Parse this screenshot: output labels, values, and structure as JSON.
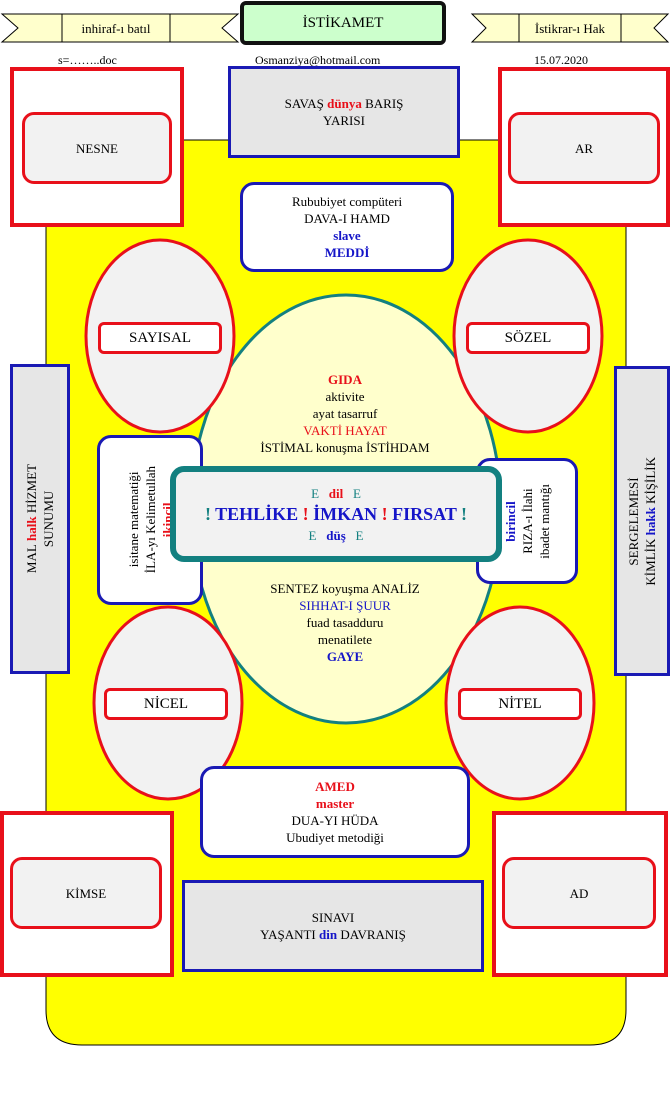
{
  "header": {
    "left_ribbon": "inhiraf-ı batıl",
    "title": "İSTİKAMET",
    "right_ribbon": "İstikrar-ı Hak",
    "file_label": "s=……..doc",
    "email": "Osmanziya@hotmail.com",
    "date": "15.07.2020"
  },
  "corners": {
    "top_left": "NESNE",
    "top_right": "AR",
    "bottom_left": "KİMSE",
    "bottom_right": "AD"
  },
  "top_box": {
    "line1_a": "SAVAŞ",
    "line1_b": "dünya",
    "line1_c": "BARIŞ",
    "line2": "YARISI"
  },
  "upper_rounded": {
    "l1": "Rububiyet compüteri",
    "l2": "DAVA-I HAMD",
    "l3": "slave",
    "l4": "MEDDİ"
  },
  "ovals": {
    "top_left": "SAYISAL",
    "top_right": "SÖZEL",
    "bottom_left": "NİCEL",
    "bottom_right": "NİTEL"
  },
  "center_upper": {
    "l1": "GIDA",
    "l2": "aktivite",
    "l3": "ayat tasarruf",
    "l4": "VAKTİ HAYAT",
    "l5": "İSTİMAL konuşma İSTİHDAM"
  },
  "center_box": {
    "top_e1": "E",
    "top_mid": "dil",
    "top_e2": "E",
    "excl": "!",
    "w1": "TEHLİKE",
    "w2": "İMKAN",
    "w3": "FIRSAT",
    "bot_e1": "E",
    "bot_mid": "düş",
    "bot_e2": "E"
  },
  "center_lower": {
    "l1": "SENTEZ koyuşma ANALİZ",
    "l2": "SIHHAT-I ŞUUR",
    "l3": "fuad tasadduru",
    "l4": "menatilete",
    "l5": "GAYE"
  },
  "left_side_box": {
    "a": "MAL",
    "b": "halk",
    "c": "HİZMET",
    "d": "SUNUMU"
  },
  "right_side_box": {
    "a": "SERGELEMESİ",
    "b": "KİMLİK",
    "c": "hakk",
    "d": "KİŞİLİK"
  },
  "left_inner": {
    "l1": "isitane matematiği",
    "l2": "İLA-yı Kelimetullah",
    "l3": "ikincil"
  },
  "right_inner": {
    "l1": "birincil",
    "l2": "RIZA-ı İlahi",
    "l3": "ibadet mantığı"
  },
  "lower_rounded": {
    "l1": "AMED",
    "l2": "master",
    "l3": "DUA-YI HÜDA",
    "l4": "Ubudiyet metodiği"
  },
  "bottom_box": {
    "l1": "SINAVI",
    "l2_a": "YAŞANTI",
    "l2_b": "din",
    "l2_c": "DAVRANIŞ"
  },
  "colors": {
    "yellow": "#ffff00",
    "red": "#e8101a",
    "blue": "#1a1ab4",
    "teal": "#138080",
    "lightyellow": "#ffffcc"
  }
}
